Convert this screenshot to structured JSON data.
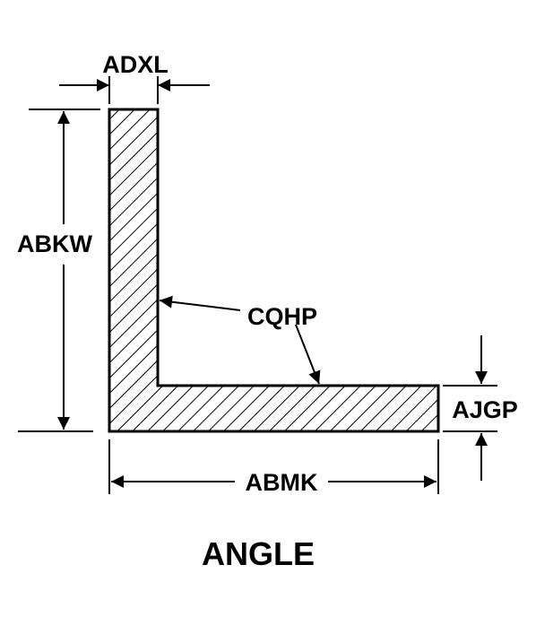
{
  "labels": {
    "thickness": "ADXL",
    "height": "ABKW",
    "radius": "CQHP",
    "leg_thickness": "AJGP",
    "width": "ABMK"
  },
  "title": "ANGLE",
  "colors": {
    "ink": "#000000",
    "background": "#ffffff"
  }
}
